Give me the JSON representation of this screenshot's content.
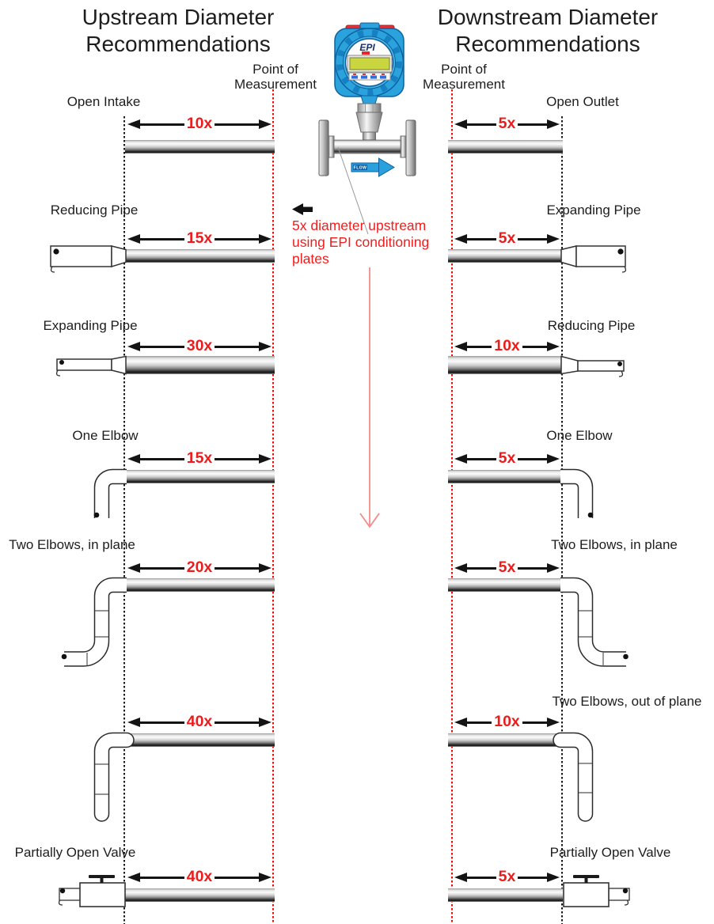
{
  "diagram": {
    "left": {
      "title": "Upstream Diameter Recommendations",
      "pom": [
        "Point of",
        "Measurement"
      ],
      "rows": [
        {
          "label": "Open Intake",
          "distance": "10x"
        },
        {
          "label": "Reducing Pipe",
          "distance": "15x"
        },
        {
          "label": "Expanding Pipe",
          "distance": "30x"
        },
        {
          "label": "One Elbow",
          "distance": "15x"
        },
        {
          "label": "Two Elbows, in plane",
          "distance": "20x"
        },
        {
          "label": "",
          "distance": "40x"
        },
        {
          "label": "Partially Open Valve",
          "distance": "40x"
        }
      ]
    },
    "right": {
      "title": "Downstream Diameter Recommendations",
      "pom": [
        "Point of",
        "Measurement"
      ],
      "rows": [
        {
          "label": "Open Outlet",
          "distance": "5x"
        },
        {
          "label": "Expanding Pipe",
          "distance": "5x"
        },
        {
          "label": "Reducing Pipe",
          "distance": "10x"
        },
        {
          "label": "One Elbow",
          "distance": "5x"
        },
        {
          "label": "Two Elbows, in plane",
          "distance": "5x"
        },
        {
          "label": "Two Elbows, out of plane",
          "distance": "10x"
        },
        {
          "label": "Partially Open Valve",
          "distance": "5x"
        }
      ]
    },
    "center": {
      "note": [
        "5x diameter upstream",
        "using EPI conditioning",
        "plates"
      ],
      "meter_brand": "EPI",
      "flow_label": "FLOW"
    },
    "colors": {
      "dimension_red": "#ed1c1c",
      "note_red": "#f21d1d",
      "dotted_red": "#ff0000",
      "dotted_black": "#1a1a1a",
      "meter_blue": "#2aa3dd"
    }
  }
}
